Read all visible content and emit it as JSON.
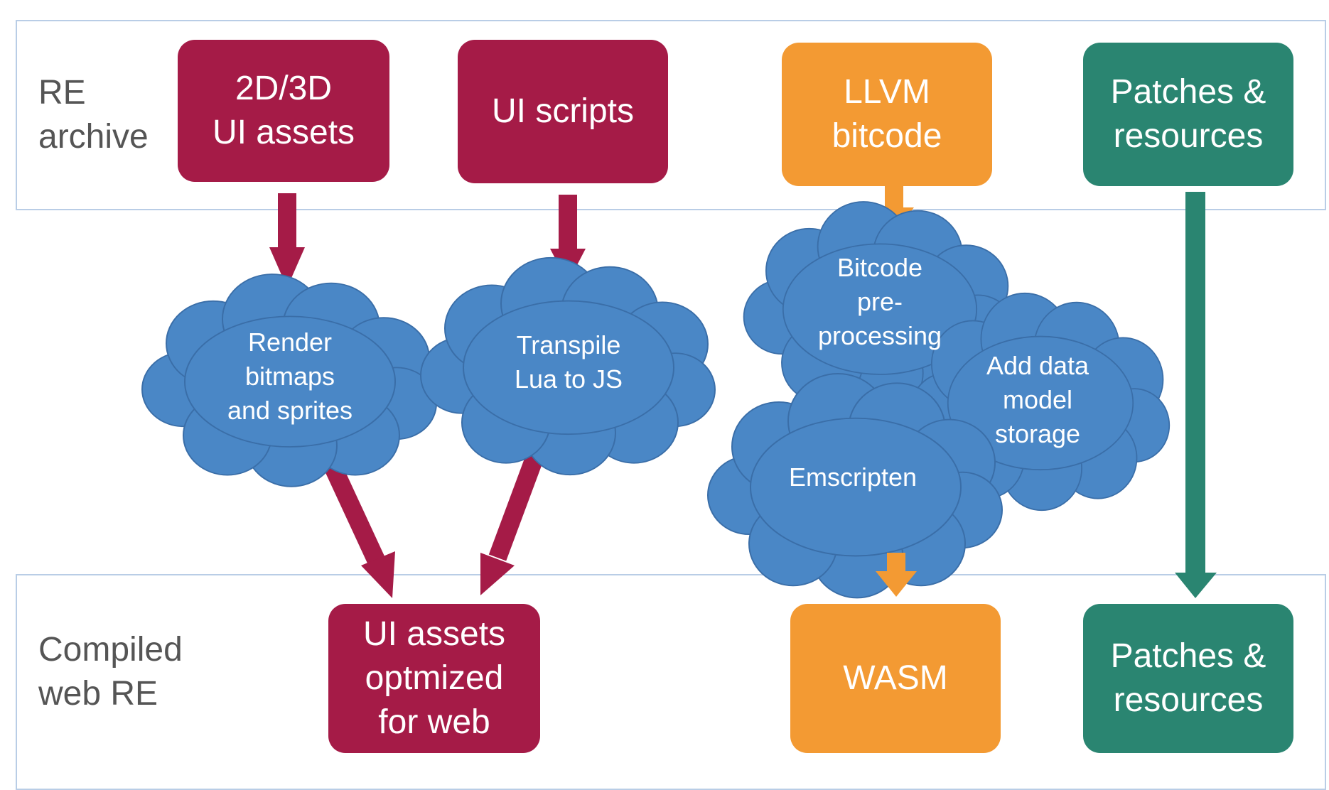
{
  "rows": {
    "top_label": "RE\narchive",
    "bottom_label": "Compiled\nweb RE"
  },
  "boxes": {
    "ui_assets_2d3d": "2D/3D\nUI assets",
    "ui_scripts": "UI scripts",
    "llvm_bitcode": "LLVM\nbitcode",
    "patches_top": "Patches &\nresources",
    "ui_assets_optimized": "UI assets\noptmized\nfor web",
    "wasm": "WASM",
    "patches_bottom": "Patches &\nresources"
  },
  "clouds": {
    "render": "Render\nbitmaps\nand sprites",
    "transpile": "Transpile\nLua to JS",
    "bitcode_pre": "Bitcode\npre-\nprocessing",
    "add_data": "Add data\nmodel\nstorage",
    "emscripten": "Emscripten"
  },
  "colors": {
    "crimson": "#a51b47",
    "orange": "#f39a33",
    "teal": "#2a8571",
    "cloud_fill": "#4a87c6",
    "cloud_stroke": "#3a6ea8",
    "band_border": "#b9cde6"
  }
}
